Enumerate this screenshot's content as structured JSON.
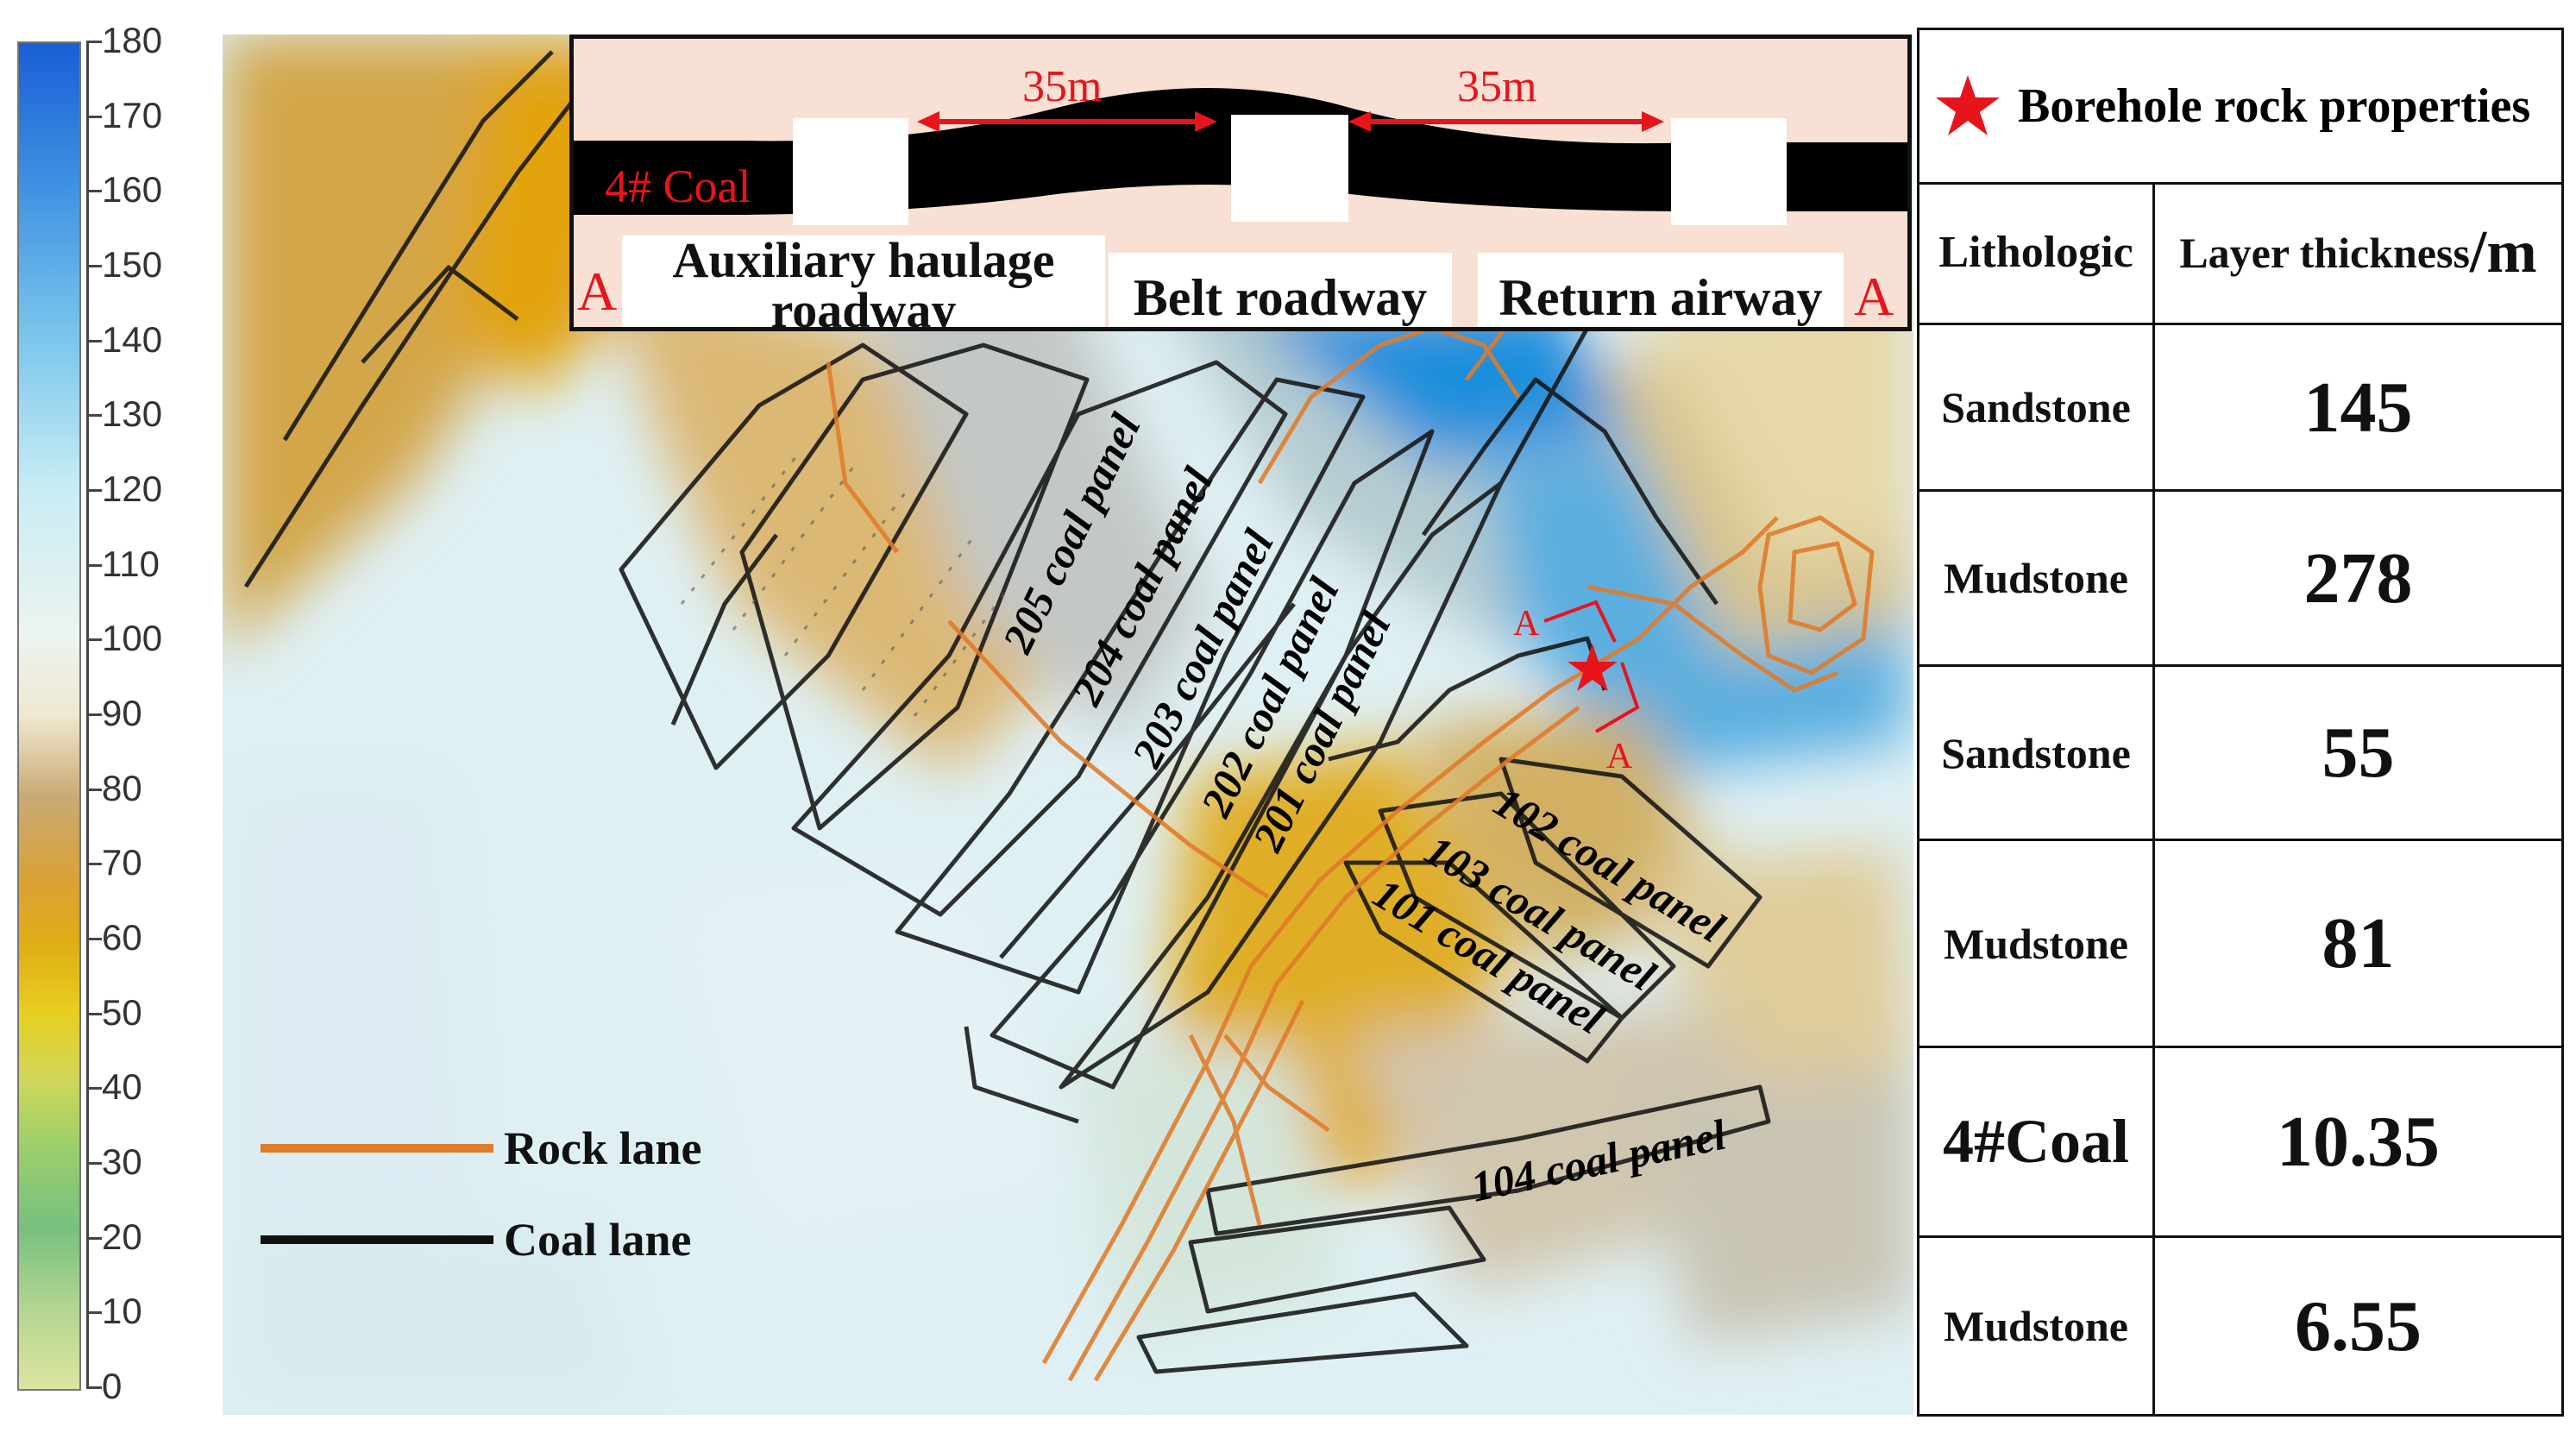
{
  "colorbar": {
    "ticks": [
      "180",
      "170",
      "160",
      "150",
      "140",
      "130",
      "120",
      "110",
      "100",
      "90",
      "80",
      "70",
      "60",
      "50",
      "40",
      "30",
      "20",
      "10",
      "0"
    ]
  },
  "inset": {
    "coal_label": "4# Coal",
    "spacing_left": "35m",
    "spacing_right": "35m",
    "roadway_left": "Auxiliary haulage roadway",
    "roadway_left_line1": "Auxiliary haulage",
    "roadway_left_line2": "roadway",
    "roadway_mid": "Belt roadway",
    "roadway_right": "Return airway",
    "section_left": "A",
    "section_right": "A"
  },
  "map": {
    "panels": [
      {
        "name": "205 coal panel"
      },
      {
        "name": "204 coal panel"
      },
      {
        "name": "203 coal panel"
      },
      {
        "name": "202 coal panel"
      },
      {
        "name": "201 coal panel"
      },
      {
        "name": "102 coal panel"
      },
      {
        "name": "103 coal panel"
      },
      {
        "name": "101 coal panel"
      },
      {
        "name": "104 coal panel"
      }
    ],
    "section_marks": [
      "A",
      "A"
    ],
    "legend": {
      "rock_lane": "Rock lane",
      "coal_lane": "Coal lane"
    },
    "colors": {
      "rock_lane": "#e07b2a",
      "coal_lane": "#111111",
      "borehole_star": "#e8141b"
    }
  },
  "table": {
    "title": "Borehole rock properties",
    "col1_header": "Lithologic",
    "col2_header_prefix": "Layer thickness",
    "col2_header_unit": "/m",
    "rows": [
      {
        "lithology": "Sandstone",
        "thickness": "145"
      },
      {
        "lithology": "Mudstone",
        "thickness": "278"
      },
      {
        "lithology": "Sandstone",
        "thickness": "55"
      },
      {
        "lithology": "Mudstone",
        "thickness": "81"
      },
      {
        "lithology": "4#Coal",
        "thickness": "10.35"
      },
      {
        "lithology": "Mudstone",
        "thickness": "6.55"
      }
    ]
  }
}
